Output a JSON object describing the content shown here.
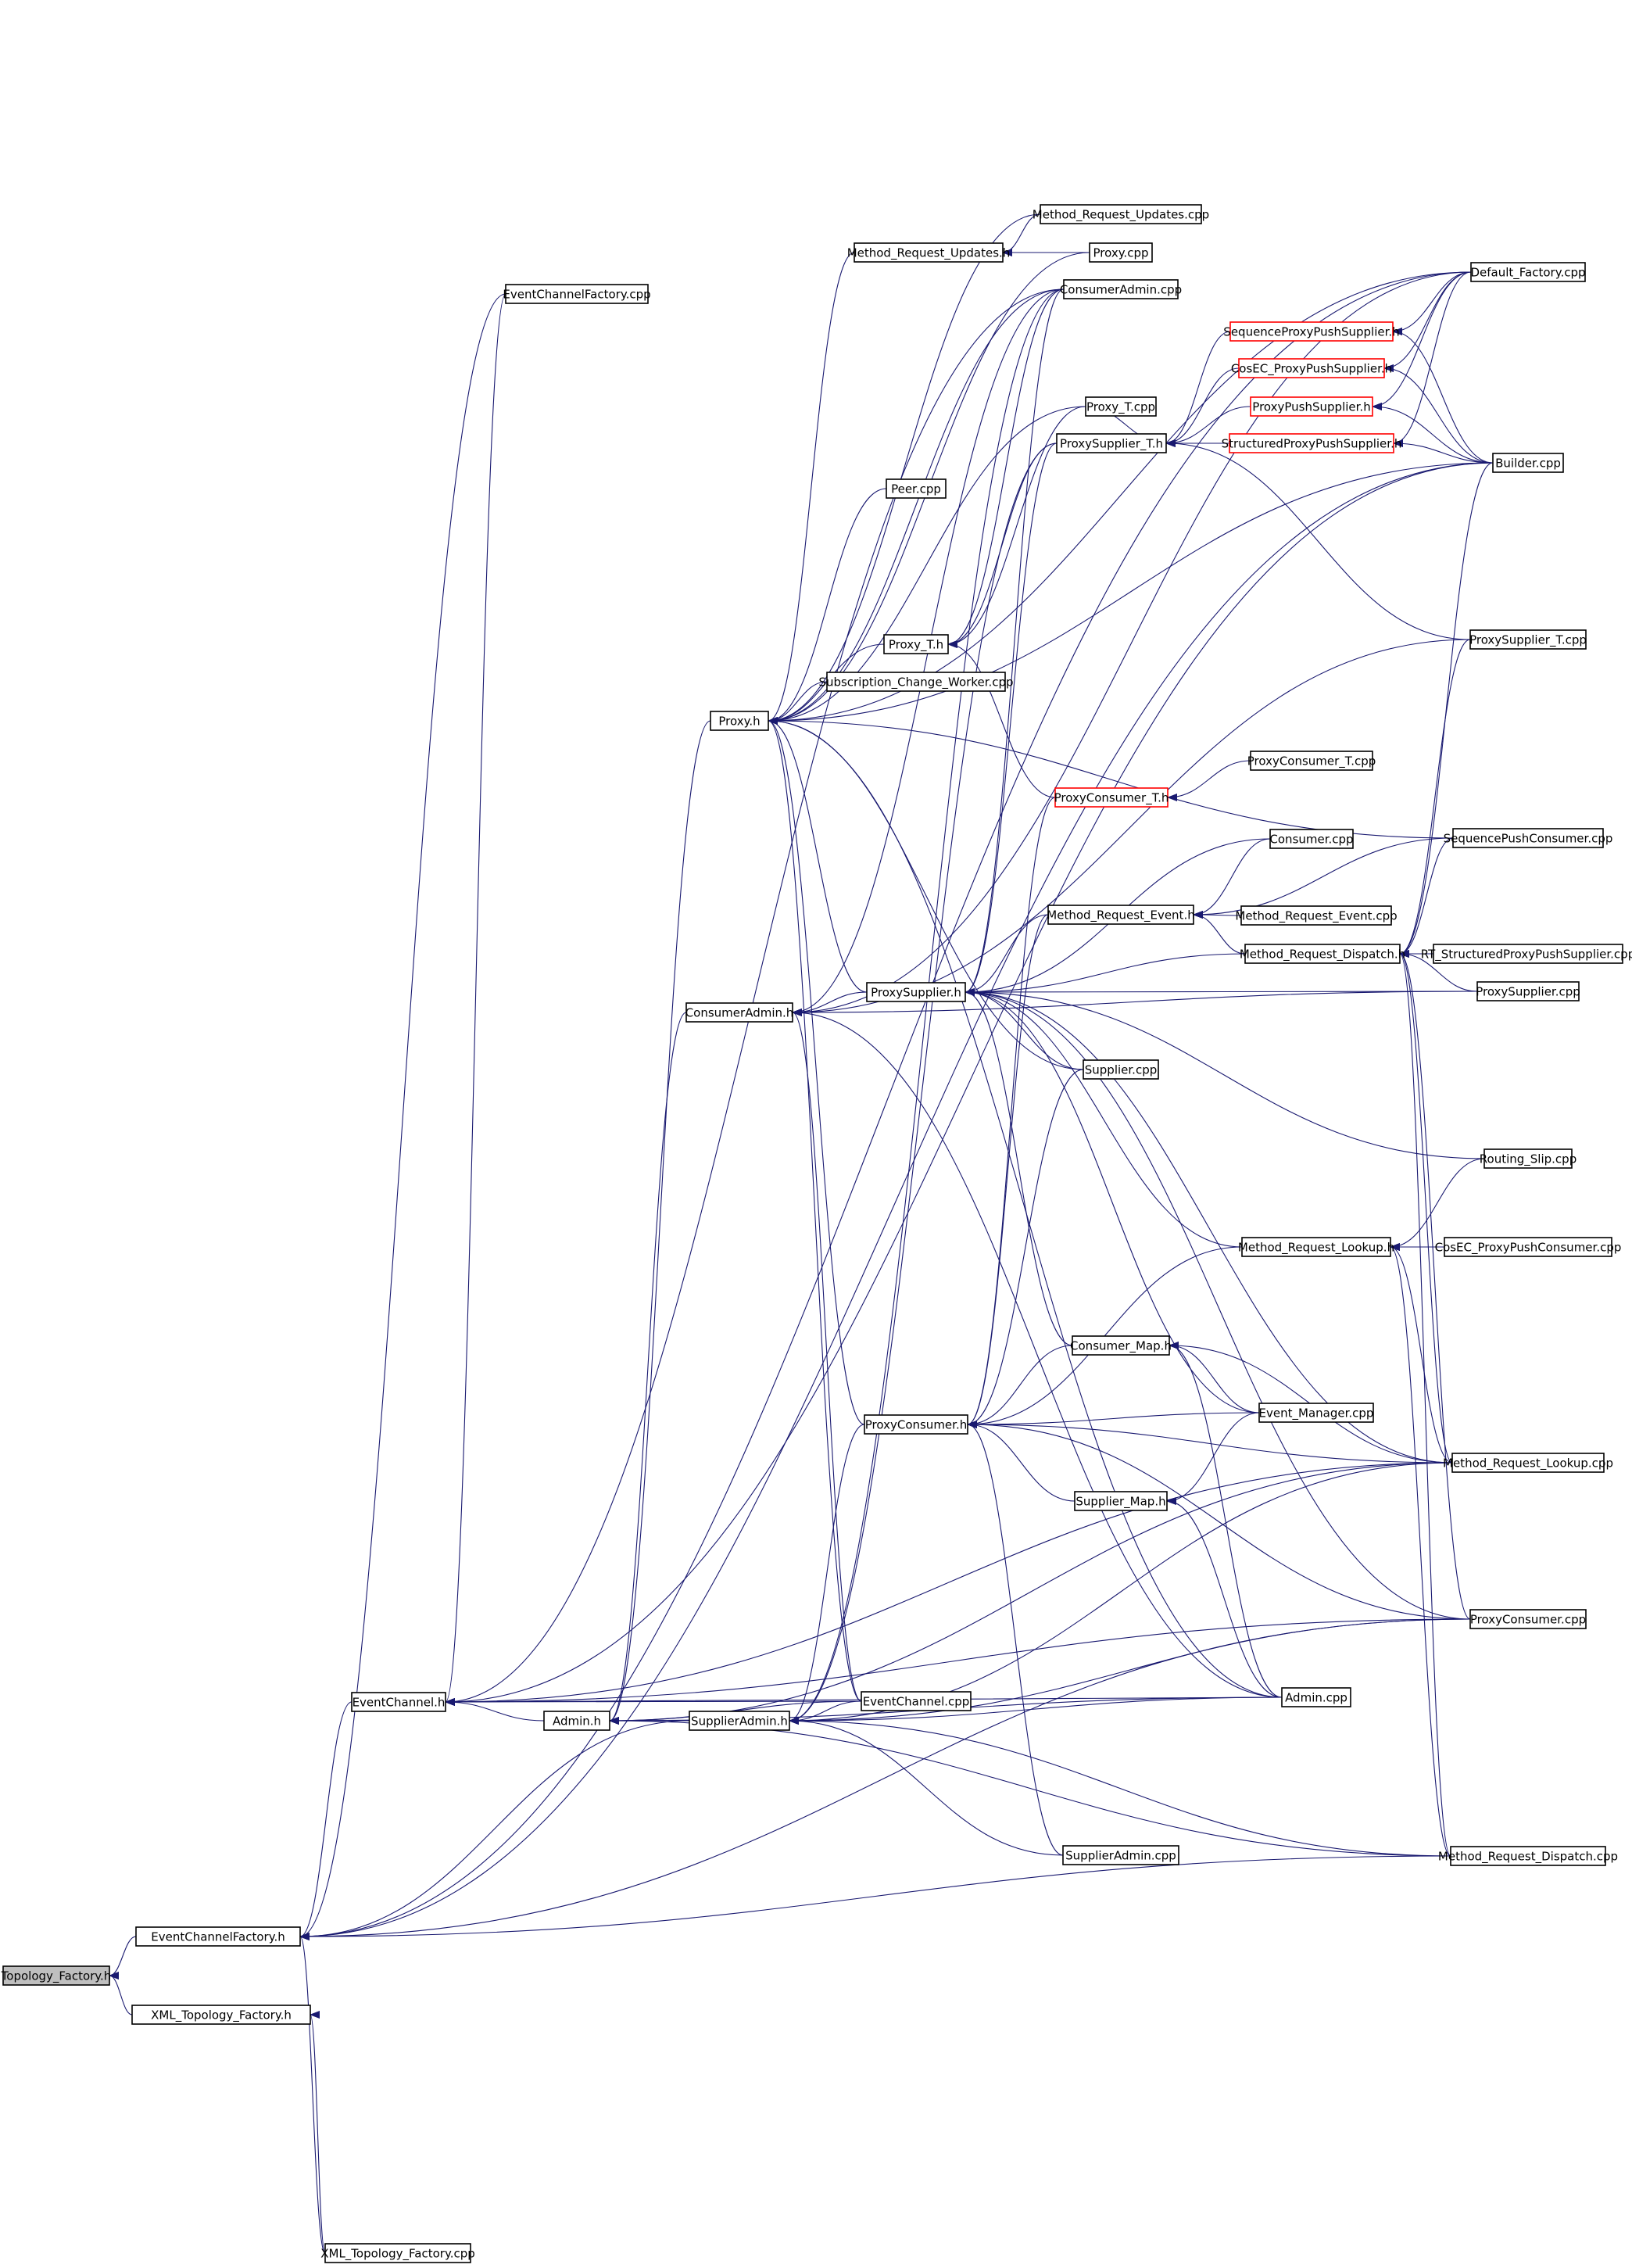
{
  "colors": {
    "edge": "#191970",
    "root_fill": "#bfbfbf",
    "node_fill": "#ffffff",
    "node_border": "#000000",
    "incomplete_border": "#ff0000"
  },
  "nodes": [
    {
      "id": "topology_factory_h",
      "label": "Topology_Factory.h",
      "style": "root"
    },
    {
      "id": "eventchannelfactory_h",
      "label": "EventChannelFactory.h"
    },
    {
      "id": "xml_topology_factory_h",
      "label": "XML_Topology_Factory.h"
    },
    {
      "id": "xml_topology_factory_cpp",
      "label": "XML_Topology_Factory.cpp"
    },
    {
      "id": "eventchannel_h",
      "label": "EventChannel.h"
    },
    {
      "id": "eventchannelfactory_cpp",
      "label": "EventChannelFactory.cpp"
    },
    {
      "id": "admin_h",
      "label": "Admin.h"
    },
    {
      "id": "supplieradmin_h",
      "label": "SupplierAdmin.h"
    },
    {
      "id": "consumeradmin_h",
      "label": "ConsumerAdmin.h"
    },
    {
      "id": "proxy_h",
      "label": "Proxy.h"
    },
    {
      "id": "eventchannel_cpp",
      "label": "EventChannel.cpp"
    },
    {
      "id": "proxyconsumer_h",
      "label": "ProxyConsumer.h"
    },
    {
      "id": "proxysupplier_h",
      "label": "ProxySupplier.h"
    },
    {
      "id": "method_request_updates_h",
      "label": "Method_Request_Updates.h"
    },
    {
      "id": "method_request_updates_cpp",
      "label": "Method_Request_Updates.cpp"
    },
    {
      "id": "proxy_cpp",
      "label": "Proxy.cpp"
    },
    {
      "id": "consumeradmin_cpp",
      "label": "ConsumerAdmin.cpp"
    },
    {
      "id": "proxy_t_cpp",
      "label": "Proxy_T.cpp"
    },
    {
      "id": "proxysupplier_t_h",
      "label": "ProxySupplier_T.h"
    },
    {
      "id": "peer_cpp",
      "label": "Peer.cpp"
    },
    {
      "id": "proxy_t_h",
      "label": "Proxy_T.h"
    },
    {
      "id": "subscription_change_worker_cpp",
      "label": "Subscription_Change_Worker.cpp"
    },
    {
      "id": "proxyconsumer_t_h",
      "label": "ProxyConsumer_T.h",
      "style": "red"
    },
    {
      "id": "proxyconsumer_t_cpp",
      "label": "ProxyConsumer_T.cpp"
    },
    {
      "id": "consumer_cpp",
      "label": "Consumer.cpp"
    },
    {
      "id": "method_request_event_h",
      "label": "Method_Request_Event.h"
    },
    {
      "id": "method_request_event_cpp",
      "label": "Method_Request_Event.cpp"
    },
    {
      "id": "method_request_dispatch_h",
      "label": "Method_Request_Dispatch.h"
    },
    {
      "id": "supplier_cpp",
      "label": "Supplier.cpp"
    },
    {
      "id": "method_request_lookup_h",
      "label": "Method_Request_Lookup.h"
    },
    {
      "id": "consumer_map_h",
      "label": "Consumer_Map.h"
    },
    {
      "id": "event_manager_cpp",
      "label": "Event_Manager.cpp"
    },
    {
      "id": "supplier_map_h",
      "label": "Supplier_Map.h"
    },
    {
      "id": "admin_cpp",
      "label": "Admin.cpp"
    },
    {
      "id": "supplieradmin_cpp",
      "label": "SupplierAdmin.cpp"
    },
    {
      "id": "sequenceproxypushsupplier_h",
      "label": "SequenceProxyPushSupplier.h",
      "style": "red"
    },
    {
      "id": "cosec_proxypushsupplier_h",
      "label": "CosEC_ProxyPushSupplier.h",
      "style": "red"
    },
    {
      "id": "proxypushsupplier_h",
      "label": "ProxyPushSupplier.h",
      "style": "red"
    },
    {
      "id": "structuredproxypushsupplier_h",
      "label": "StructuredProxyPushSupplier.h",
      "style": "red"
    },
    {
      "id": "default_factory_cpp",
      "label": "Default_Factory.cpp"
    },
    {
      "id": "builder_cpp",
      "label": "Builder.cpp"
    },
    {
      "id": "proxysupplier_t_cpp",
      "label": "ProxySupplier_T.cpp"
    },
    {
      "id": "sequencepushconsumer_cpp",
      "label": "SequencePushConsumer.cpp"
    },
    {
      "id": "rt_structuredproxypushsupplier_cpp",
      "label": "RT_StructuredProxyPushSupplier.cpp"
    },
    {
      "id": "proxysupplier_cpp",
      "label": "ProxySupplier.cpp"
    },
    {
      "id": "routing_slip_cpp",
      "label": "Routing_Slip.cpp"
    },
    {
      "id": "cosec_proxypushconsumer_cpp",
      "label": "CosEC_ProxyPushConsumer.cpp"
    },
    {
      "id": "method_request_lookup_cpp",
      "label": "Method_Request_Lookup.cpp"
    },
    {
      "id": "proxyconsumer_cpp",
      "label": "ProxyConsumer.cpp"
    },
    {
      "id": "method_request_dispatch_cpp",
      "label": "Method_Request_Dispatch.cpp"
    }
  ],
  "edges": [
    [
      "eventchannelfactory_h",
      "topology_factory_h"
    ],
    [
      "xml_topology_factory_h",
      "topology_factory_h"
    ],
    [
      "xml_topology_factory_cpp",
      "xml_topology_factory_h"
    ],
    [
      "eventchannel_h",
      "eventchannelfactory_h"
    ],
    [
      "eventchannelfactory_cpp",
      "eventchannelfactory_h"
    ],
    [
      "default_factory_cpp",
      "eventchannelfactory_h"
    ],
    [
      "builder_cpp",
      "eventchannelfactory_h"
    ],
    [
      "xml_topology_factory_cpp",
      "eventchannelfactory_h"
    ],
    [
      "supplieradmin_h",
      "eventchannelfactory_h"
    ],
    [
      "method_request_dispatch_cpp",
      "eventchannelfactory_h"
    ],
    [
      "proxyconsumer_cpp",
      "eventchannelfactory_h"
    ],
    [
      "admin_h",
      "eventchannel_h"
    ],
    [
      "eventchannel_cpp",
      "eventchannel_h"
    ],
    [
      "eventchannelfactory_cpp",
      "eventchannel_h"
    ],
    [
      "consumeradmin_cpp",
      "eventchannel_h"
    ],
    [
      "builder_cpp",
      "eventchannel_h"
    ],
    [
      "admin_cpp",
      "eventchannel_h"
    ],
    [
      "method_request_lookup_cpp",
      "eventchannel_h"
    ],
    [
      "proxyconsumer_cpp",
      "eventchannel_h"
    ],
    [
      "supplieradmin_h",
      "admin_h"
    ],
    [
      "consumeradmin_h",
      "admin_h"
    ],
    [
      "proxy_h",
      "admin_h"
    ],
    [
      "eventchannel_cpp",
      "admin_h"
    ],
    [
      "admin_cpp",
      "admin_h"
    ],
    [
      "method_request_lookup_cpp",
      "admin_h"
    ],
    [
      "method_request_dispatch_cpp",
      "admin_h"
    ],
    [
      "eventchannel_cpp",
      "supplieradmin_h"
    ],
    [
      "admin_cpp",
      "supplieradmin_h"
    ],
    [
      "supplieradmin_cpp",
      "supplieradmin_h"
    ],
    [
      "proxyconsumer_cpp",
      "supplieradmin_h"
    ],
    [
      "method_request_lookup_cpp",
      "supplieradmin_h"
    ],
    [
      "method_request_dispatch_cpp",
      "supplieradmin_h"
    ],
    [
      "proxysupplier_t_h",
      "supplieradmin_h"
    ],
    [
      "proxyconsumer_h",
      "supplieradmin_h"
    ],
    [
      "consumeradmin_cpp",
      "supplieradmin_h"
    ],
    [
      "proxysupplier_h",
      "consumeradmin_h"
    ],
    [
      "proxysupplier_cpp",
      "consumeradmin_h"
    ],
    [
      "default_factory_cpp",
      "consumeradmin_h"
    ],
    [
      "consumeradmin_cpp",
      "consumeradmin_h"
    ],
    [
      "eventchannel_cpp",
      "consumeradmin_h"
    ],
    [
      "admin_cpp",
      "consumeradmin_h"
    ],
    [
      "proxysupplier_t_cpp",
      "consumeradmin_h"
    ],
    [
      "method_request_updates_h",
      "proxy_h"
    ],
    [
      "method_request_updates_cpp",
      "proxy_h"
    ],
    [
      "proxy_cpp",
      "proxy_h"
    ],
    [
      "consumeradmin_cpp",
      "proxy_h"
    ],
    [
      "proxy_t_cpp",
      "proxy_h"
    ],
    [
      "peer_cpp",
      "proxy_h"
    ],
    [
      "proxy_t_h",
      "proxy_h"
    ],
    [
      "subscription_change_worker_cpp",
      "proxy_h"
    ],
    [
      "sequencepushconsumer_cpp",
      "proxy_h"
    ],
    [
      "proxysupplier_h",
      "proxy_h"
    ],
    [
      "proxyconsumer_h",
      "proxy_h"
    ],
    [
      "supplier_cpp",
      "proxy_h"
    ],
    [
      "default_factory_cpp",
      "proxy_h"
    ],
    [
      "builder_cpp",
      "proxy_h"
    ],
    [
      "eventchannel_cpp",
      "proxy_h"
    ],
    [
      "admin_cpp",
      "proxy_h"
    ],
    [
      "method_request_updates_cpp",
      "method_request_updates_h"
    ],
    [
      "proxy_cpp",
      "method_request_updates_h"
    ],
    [
      "proxy_t_cpp",
      "proxy_t_h"
    ],
    [
      "proxysupplier_t_h",
      "proxy_t_h"
    ],
    [
      "proxyconsumer_t_h",
      "proxy_t_h"
    ],
    [
      "consumeradmin_cpp",
      "proxy_t_h"
    ],
    [
      "proxy_t_cpp",
      "proxysupplier_t_h"
    ],
    [
      "sequenceproxypushsupplier_h",
      "proxysupplier_t_h"
    ],
    [
      "cosec_proxypushsupplier_h",
      "proxysupplier_t_h"
    ],
    [
      "proxypushsupplier_h",
      "proxysupplier_t_h"
    ],
    [
      "structuredproxypushsupplier_h",
      "proxysupplier_t_h"
    ],
    [
      "proxysupplier_t_cpp",
      "proxysupplier_t_h"
    ],
    [
      "default_factory_cpp",
      "sequenceproxypushsupplier_h"
    ],
    [
      "builder_cpp",
      "sequenceproxypushsupplier_h"
    ],
    [
      "default_factory_cpp",
      "cosec_proxypushsupplier_h"
    ],
    [
      "builder_cpp",
      "cosec_proxypushsupplier_h"
    ],
    [
      "default_factory_cpp",
      "proxypushsupplier_h"
    ],
    [
      "builder_cpp",
      "proxypushsupplier_h"
    ],
    [
      "default_factory_cpp",
      "structuredproxypushsupplier_h"
    ],
    [
      "builder_cpp",
      "structuredproxypushsupplier_h"
    ],
    [
      "proxyconsumer_t_cpp",
      "proxyconsumer_t_h"
    ],
    [
      "consumer_cpp",
      "method_request_event_h"
    ],
    [
      "method_request_event_cpp",
      "method_request_event_h"
    ],
    [
      "method_request_dispatch_h",
      "method_request_event_h"
    ],
    [
      "sequencepushconsumer_cpp",
      "method_request_event_h"
    ],
    [
      "rt_structuredproxypushsupplier_cpp",
      "method_request_dispatch_h"
    ],
    [
      "proxysupplier_cpp",
      "method_request_dispatch_h"
    ],
    [
      "sequencepushconsumer_cpp",
      "method_request_dispatch_h"
    ],
    [
      "builder_cpp",
      "method_request_dispatch_h"
    ],
    [
      "proxysupplier_t_cpp",
      "method_request_dispatch_h"
    ],
    [
      "method_request_event_h",
      "proxysupplier_h"
    ],
    [
      "method_request_dispatch_h",
      "proxysupplier_h"
    ],
    [
      "proxysupplier_cpp",
      "proxysupplier_h"
    ],
    [
      "supplier_cpp",
      "proxysupplier_h"
    ],
    [
      "routing_slip_cpp",
      "proxysupplier_h"
    ],
    [
      "method_request_lookup_h",
      "proxysupplier_h"
    ],
    [
      "consumer_map_h",
      "proxysupplier_h"
    ],
    [
      "event_manager_cpp",
      "proxysupplier_h"
    ],
    [
      "consumer_cpp",
      "proxysupplier_h"
    ],
    [
      "consumeradmin_cpp",
      "proxysupplier_h"
    ],
    [
      "proxysupplier_t_h",
      "proxysupplier_h"
    ],
    [
      "method_request_lookup_cpp",
      "proxysupplier_h"
    ],
    [
      "proxyconsumer_cpp",
      "proxysupplier_h"
    ],
    [
      "routing_slip_cpp",
      "method_request_lookup_h"
    ],
    [
      "cosec_proxypushconsumer_cpp",
      "method_request_lookup_h"
    ],
    [
      "method_request_lookup_cpp",
      "method_request_lookup_h"
    ],
    [
      "method_request_dispatch_cpp",
      "method_request_lookup_h"
    ],
    [
      "event_manager_cpp",
      "consumer_map_h"
    ],
    [
      "admin_cpp",
      "consumer_map_h"
    ],
    [
      "method_request_lookup_cpp",
      "consumer_map_h"
    ],
    [
      "consumer_map_h",
      "proxyconsumer_h"
    ],
    [
      "event_manager_cpp",
      "proxyconsumer_h"
    ],
    [
      "supplier_map_h",
      "proxyconsumer_h"
    ],
    [
      "method_request_lookup_cpp",
      "proxyconsumer_h"
    ],
    [
      "proxyconsumer_cpp",
      "proxyconsumer_h"
    ],
    [
      "supplieradmin_cpp",
      "proxyconsumer_h"
    ],
    [
      "method_request_lookup_h",
      "proxyconsumer_h"
    ],
    [
      "supplier_cpp",
      "proxyconsumer_h"
    ],
    [
      "proxyconsumer_t_h",
      "proxyconsumer_h"
    ],
    [
      "method_request_event_h",
      "proxyconsumer_h"
    ],
    [
      "event_manager_cpp",
      "supplier_map_h"
    ],
    [
      "admin_cpp",
      "supplier_map_h"
    ],
    [
      "method_request_dispatch_cpp",
      "method_request_dispatch_h"
    ],
    [
      "method_request_lookup_cpp",
      "method_request_dispatch_h"
    ],
    [
      "proxyconsumer_cpp",
      "method_request_dispatch_h"
    ]
  ]
}
